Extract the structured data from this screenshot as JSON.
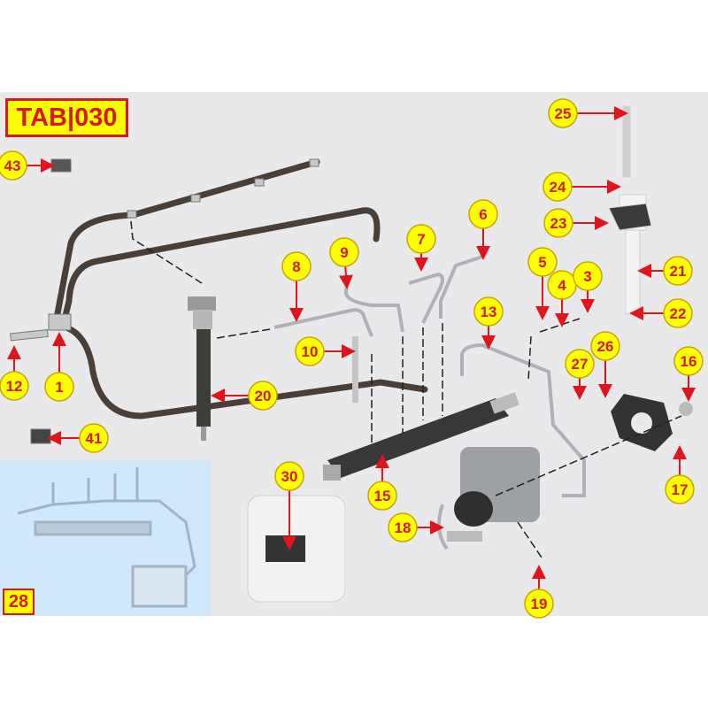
{
  "title": "TAB|030",
  "inset": {
    "label": "28"
  },
  "colors": {
    "callout_fill": "#ffff00",
    "callout_text": "#d9171c",
    "arrow": "#e0141b",
    "background": "#e9e9eb",
    "inset_background": "#cfe8fb"
  },
  "callouts": [
    {
      "label": "43",
      "part": "clip"
    },
    {
      "label": "25",
      "part": "bolt"
    },
    {
      "label": "24",
      "part": "washer"
    },
    {
      "label": "23",
      "part": "injector-clamp"
    },
    {
      "label": "21",
      "part": "o-ring"
    },
    {
      "label": "22",
      "part": "seal-washer"
    },
    {
      "label": "5",
      "part": "banjo-fitting"
    },
    {
      "label": "4",
      "part": "washer"
    },
    {
      "label": "3",
      "part": "banjo-bolt"
    },
    {
      "label": "6",
      "part": "injection-pipe"
    },
    {
      "label": "7",
      "part": "injection-pipe"
    },
    {
      "label": "9",
      "part": "injection-pipe"
    },
    {
      "label": "8",
      "part": "injection-pipe"
    },
    {
      "label": "13",
      "part": "high-pressure-pipe"
    },
    {
      "label": "10",
      "part": "bolt"
    },
    {
      "label": "26",
      "part": "screw"
    },
    {
      "label": "27",
      "part": "clip"
    },
    {
      "label": "16",
      "part": "nut"
    },
    {
      "label": "1",
      "part": "return-hose-fitting"
    },
    {
      "label": "12",
      "part": "bolt"
    },
    {
      "label": "20",
      "part": "injector"
    },
    {
      "label": "41",
      "part": "clip"
    },
    {
      "label": "15",
      "part": "fuel-rail"
    },
    {
      "label": "17",
      "part": "gasket"
    },
    {
      "label": "30",
      "part": "pressure-regulator"
    },
    {
      "label": "18",
      "part": "high-pressure-pump"
    },
    {
      "label": "19",
      "part": "bolt"
    }
  ]
}
